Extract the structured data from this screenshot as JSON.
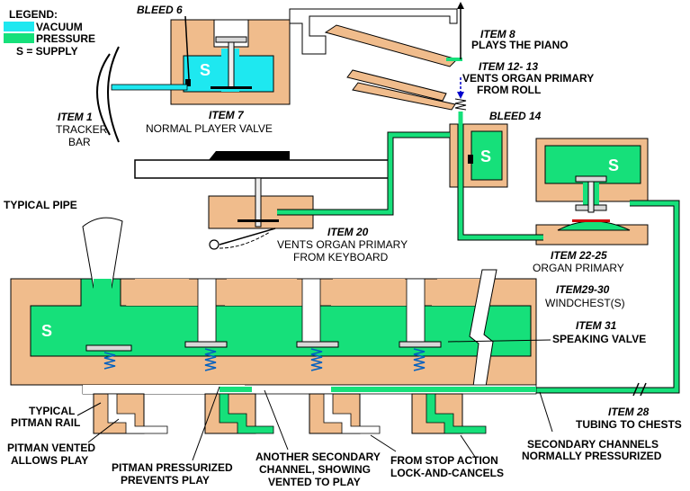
{
  "colors": {
    "wood": "#f0bc8c",
    "pressure": "#16e07a",
    "vacuum": "#1ee8f0",
    "outline": "#000000"
  },
  "legend": {
    "title": "LEGEND:",
    "vacuum": "VACUUM",
    "pressure": "PRESSURE",
    "supply": "S = SUPPLY"
  },
  "supply_symbol": "S",
  "labels": {
    "bleed6": "BLEED 6",
    "item8_title": "ITEM 8",
    "item8_text": "PLAYS THE PIANO",
    "item12_title": "ITEM 12- 13",
    "item12_line1": "VENTS ORGAN PRIMARY",
    "item12_line2": "FROM ROLL",
    "bleed14": "BLEED 14",
    "item1_title": "ITEM 1",
    "item1_line1": "TRACKER",
    "item1_line2": "BAR",
    "item7_title": "ITEM 7",
    "item7_text": "NORMAL PLAYER VALVE",
    "typical_pipe": "TYPICAL PIPE",
    "item20_title": "ITEM 20",
    "item20_line1": "VENTS ORGAN PRIMARY",
    "item20_line2": "FROM KEYBOARD",
    "item22_title": "ITEM 22-25",
    "item22_text": "ORGAN PRIMARY",
    "item29_title": "ITEM29-30",
    "item29_text": "WINDCHEST(S)",
    "item31_title": "ITEM 31",
    "item31_text": "SPEAKING VALVE",
    "pitman_rail_line1": "TYPICAL",
    "pitman_rail_line2": "PITMAN RAIL",
    "pitman_vented_line1": "PITMAN  VENTED",
    "pitman_vented_line2": "ALLOWS PLAY",
    "pitman_pressurized_line1": "PITMAN PRESSURIZED",
    "pitman_pressurized_line2": "PREVENTS PLAY",
    "another_line1": "ANOTHER SECONDARY",
    "another_line2": "CHANNEL, SHOWING",
    "another_line3": "VENTED TO PLAY",
    "stop_line1": "FROM STOP ACTION",
    "stop_line2": "LOCK-AND-CANCELS",
    "item28_title": "ITEM 28",
    "item28_text": "TUBING TO CHESTS",
    "secondary_line1": "SECONDARY CHANNELS",
    "secondary_line2": "NORMALLY PRESSURIZED"
  }
}
